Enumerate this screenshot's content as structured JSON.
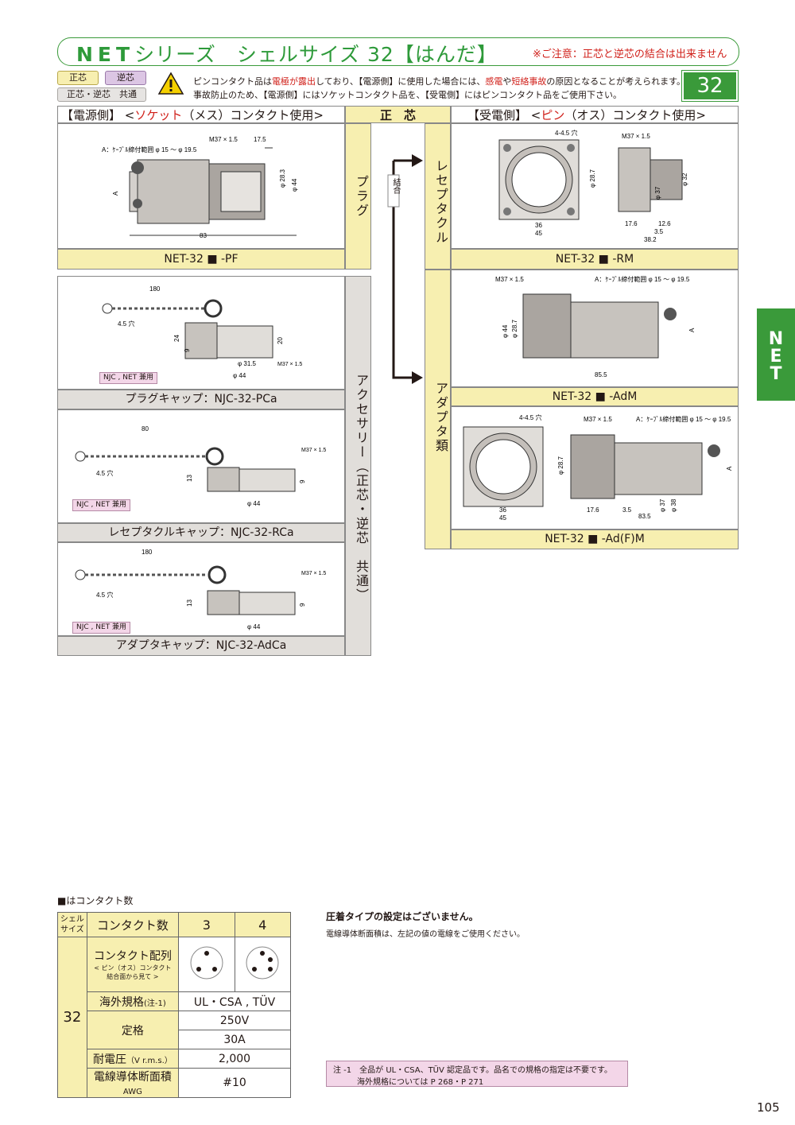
{
  "header": {
    "series": "NET",
    "title_rest": "シリーズ　シェルサイズ 32【はんだ】",
    "note": "※ご注意：正芯と逆芯の結合は出来ません"
  },
  "tags": {
    "seishin": "正芯",
    "gyakushin": "逆芯",
    "common": "正芯・逆芯　共通"
  },
  "warning": {
    "line1_a": "ピンコンタクト品は",
    "line1_red1": "電極が露出",
    "line1_b": "しており、【電源側】に使用した場合には、",
    "line1_red2": "感電",
    "line1_c": "や",
    "line1_red3": "短絡事故",
    "line1_d": "の原因となることが考えられます。",
    "line2": "事故防止のため、【電源側】にはソケットコンタクト品を、【受電側】にはピンコンタクト品をご使用下さい。"
  },
  "shell_size_badge": "32",
  "columns": {
    "left_a": "【電源側】 <",
    "left_red": "ソケット",
    "left_b": "（メス）コンタクト使用>",
    "center": "正　芯",
    "right_a": "【受電側】 <",
    "right_red": "ピン",
    "right_b": "（オス）コンタクト使用>"
  },
  "vertical_labels": {
    "plug": "プラグ",
    "receptacle": "レセプタクル",
    "adapter": "アダプタ類",
    "accessory": "アクセサリー（正芯・逆芯　共通）",
    "connect": "結合"
  },
  "products": {
    "plug": "NET-32 ■ -PF",
    "receptacle": "NET-32 ■ -RM",
    "adapter_m": "NET-32 ■ -AdM",
    "adapter_fm": "NET-32 ■ -Ad(F)M",
    "plug_cap": "プラグキャップ：NJC-32-PCa",
    "receptacle_cap": "レセプタクルキャップ：NJC-32-RCa",
    "adapter_cap": "アダプタキャップ：NJC-32-AdCa"
  },
  "dimensions": {
    "cable_range": "A：ｹｰﾌﾞﾙ締付範囲 φ 15 ～ φ 19.5",
    "m37": "M37 × 1.5",
    "plug": [
      "17.5",
      "φ 28.3",
      "φ 44",
      "83",
      "A"
    ],
    "receptacle": [
      "4-4.5 穴",
      "36",
      "45",
      "φ 28.7",
      "φ 37",
      "φ 32",
      "17.6",
      "12.6",
      "3.5",
      "38.2"
    ],
    "adapter_m": [
      "φ 44",
      "φ 28.7",
      "85.5",
      "A"
    ],
    "adapter_fm": [
      "4-4.5 穴",
      "36",
      "45",
      "φ 28.7",
      "17.6",
      "3.5",
      "83.5",
      "φ 37",
      "φ 38",
      "A"
    ],
    "plug_cap": [
      "180",
      "4.5 穴",
      "24",
      "9",
      "20",
      "φ 31.5",
      "φ 44"
    ],
    "receptacle_cap": [
      "80",
      "4.5 穴",
      "13",
      "9",
      "φ 44"
    ],
    "adapter_cap": [
      "180",
      "4.5 穴",
      "13",
      "9",
      "φ 44"
    ],
    "njc_net": "NJC , NET 兼用"
  },
  "spec_table": {
    "caption": "■はコンタクト数",
    "shell_header": "シェル\nサイズ",
    "contact_count_label": "コンタクト数",
    "counts": [
      "3",
      "4"
    ],
    "shell_size": "32",
    "layout_label": "コンタクト配列",
    "layout_sub1": "< ピン（オス）コンタクト",
    "layout_sub2": "結合面から見て >",
    "standard_label": "海外規格",
    "standard_note": "(注-1)",
    "standard_value": "UL・CSA , TÜV",
    "rating_label": "定格",
    "voltage": "250V",
    "current": "30A",
    "withstand_label": "耐電圧",
    "withstand_unit": "（V r.m.s.）",
    "withstand_value": "2,000",
    "awg_label": "電線導体断面積",
    "awg_unit": "AWG",
    "awg_value": "#10"
  },
  "crimp": {
    "title": "圧着タイプの設定はございません。",
    "text": "電線導体断面積は、左記の値の電線をご使用ください。"
  },
  "note1": {
    "line1": "注 -1　全品が UL・CSA、TÜV 認定品です。品名での規格の指定は不要です。",
    "line2": "海外規格については P 268・P 271"
  },
  "side_tab": [
    "N",
    "E",
    "T"
  ],
  "page_number": "105"
}
